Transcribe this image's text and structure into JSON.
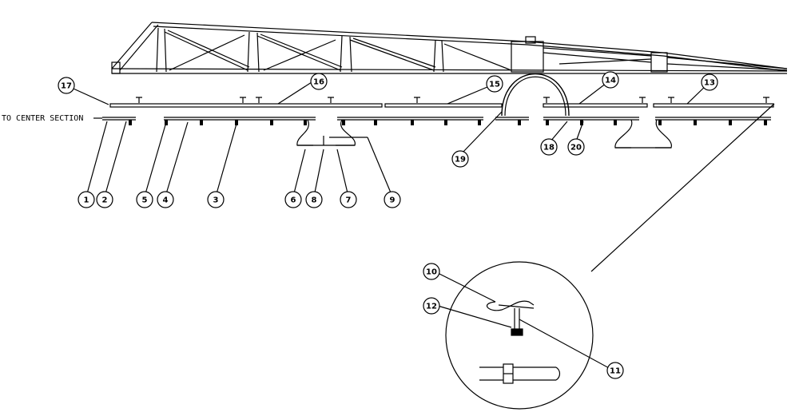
{
  "diagram": {
    "side_label": "TO CENTER SECTION",
    "callouts": [
      {
        "id": "c1",
        "text": "1"
      },
      {
        "id": "c2",
        "text": "2"
      },
      {
        "id": "c3",
        "text": "3"
      },
      {
        "id": "c4",
        "text": "4"
      },
      {
        "id": "c5",
        "text": "5"
      },
      {
        "id": "c6",
        "text": "6"
      },
      {
        "id": "c7",
        "text": "7"
      },
      {
        "id": "c8",
        "text": "8"
      },
      {
        "id": "c9",
        "text": "9"
      },
      {
        "id": "c10",
        "text": "10"
      },
      {
        "id": "c11",
        "text": "11"
      },
      {
        "id": "c12",
        "text": "12"
      },
      {
        "id": "c13",
        "text": "13"
      },
      {
        "id": "c14",
        "text": "14"
      },
      {
        "id": "c15",
        "text": "15"
      },
      {
        "id": "c16",
        "text": "16"
      },
      {
        "id": "c17",
        "text": "17"
      },
      {
        "id": "c18",
        "text": "18"
      },
      {
        "id": "c19",
        "text": "19"
      },
      {
        "id": "c20",
        "text": "20"
      }
    ],
    "colors": {
      "ink": "#000000",
      "paper": "#ffffff"
    }
  }
}
